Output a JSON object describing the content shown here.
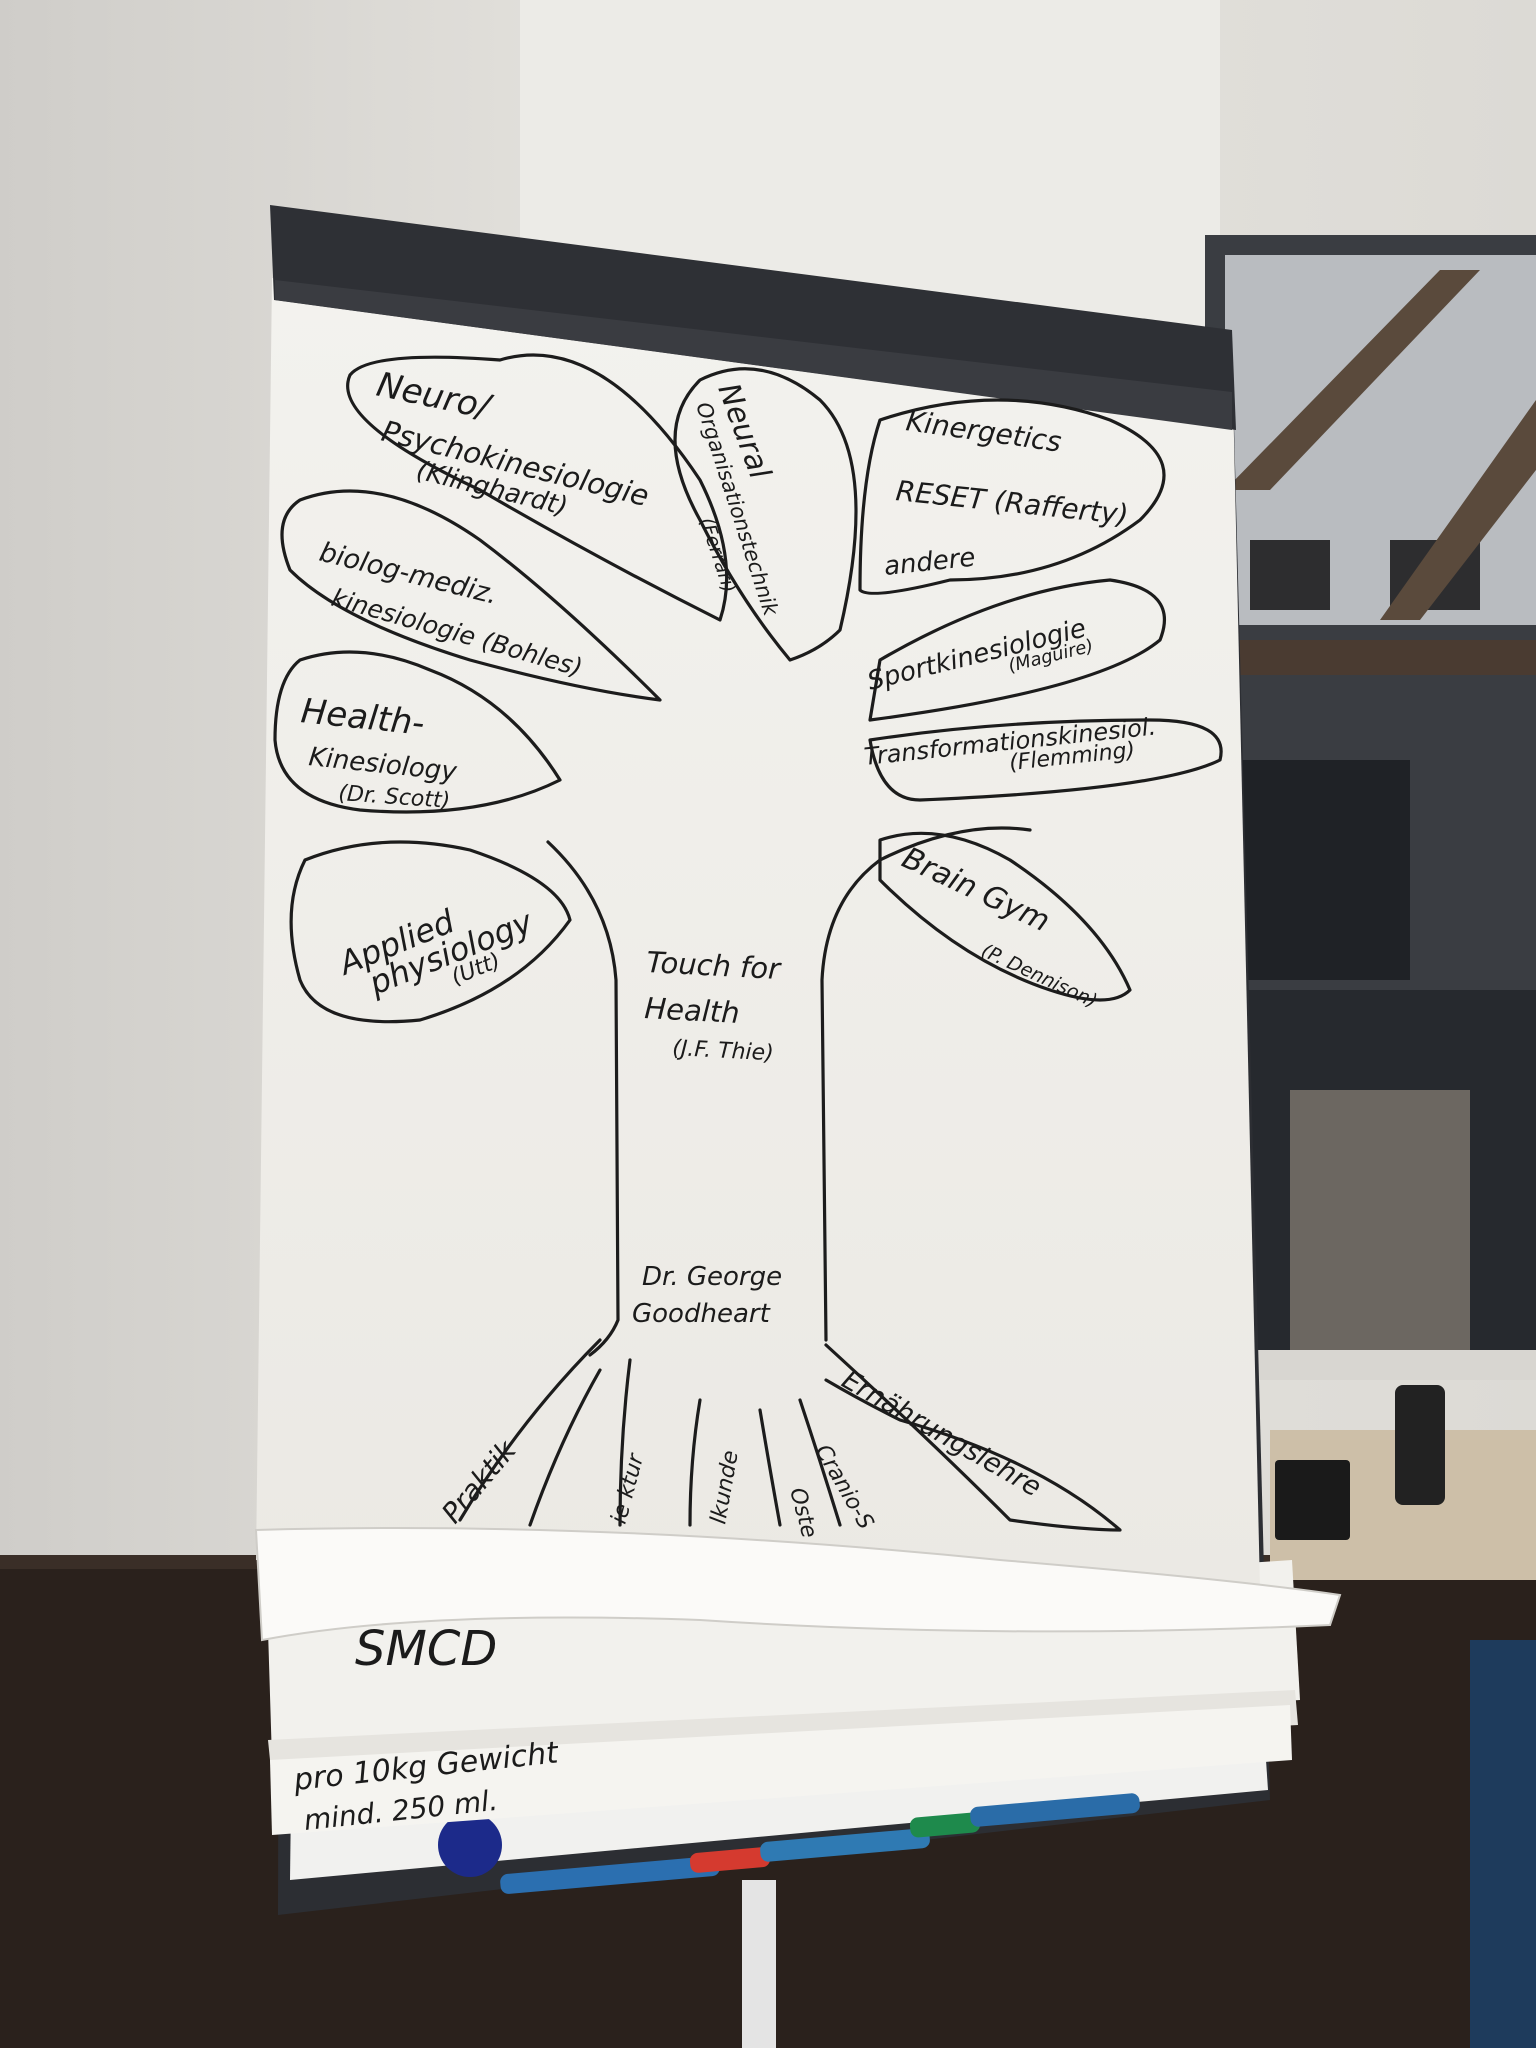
{
  "petals": {
    "neuro_psycho": {
      "line1": "Neuro/",
      "line2": "Psychokinesiologie",
      "line3": "(Klinghardt)"
    },
    "neural_org": {
      "line1": "Neural",
      "line2": "Organisationstechnik",
      "line3": "(Ferrari)"
    },
    "kinergetics": {
      "line1": "Kinergetics",
      "line2": "RESET (Rafferty)",
      "line3": "andere"
    },
    "biolog_mediz": {
      "line1": "biolog-mediz.",
      "line2": "kinesiologie (Bohles)"
    },
    "sport": {
      "line1": "Sportkinesiologie",
      "line2": "(Maguire)"
    },
    "transformation": {
      "line1": "Transformationskinesiol.",
      "line2": "(Flemming)"
    },
    "health_kin": {
      "line1": "Health-",
      "line2": "Kinesiology",
      "line3": "(Dr. Scott)"
    },
    "brain_gym": {
      "line1": "Brain Gym",
      "line2": "(P. Dennison)"
    },
    "applied_phys": {
      "line1": "Applied",
      "line2": "physiology",
      "line3": "(Utt)"
    }
  },
  "trunk": {
    "line1": "Touch for",
    "line2": "Health",
    "line3": "(J.F. Thie)",
    "root_line1": "Dr. George",
    "root_line2": "Goodheart"
  },
  "roots": {
    "praktik": "Praktik",
    "struktur": "ie ktur",
    "kunde": "lkunde",
    "osteo": "Oste",
    "cranio": "Cranio-S",
    "ernaehrung": "Ernährungslehre"
  },
  "lower_sheet": {
    "top_scrawl": "SMCD",
    "line1": "pro 10kg Gewicht",
    "line2": "mind. 250 ml."
  },
  "colors": {
    "paper": "#f7f6f2",
    "ink": "#1b1b1b",
    "wall": "#dedbd6",
    "frame": "#2c2e33",
    "cabinet": "#2a211c",
    "magnet": "#1c2a8a"
  }
}
